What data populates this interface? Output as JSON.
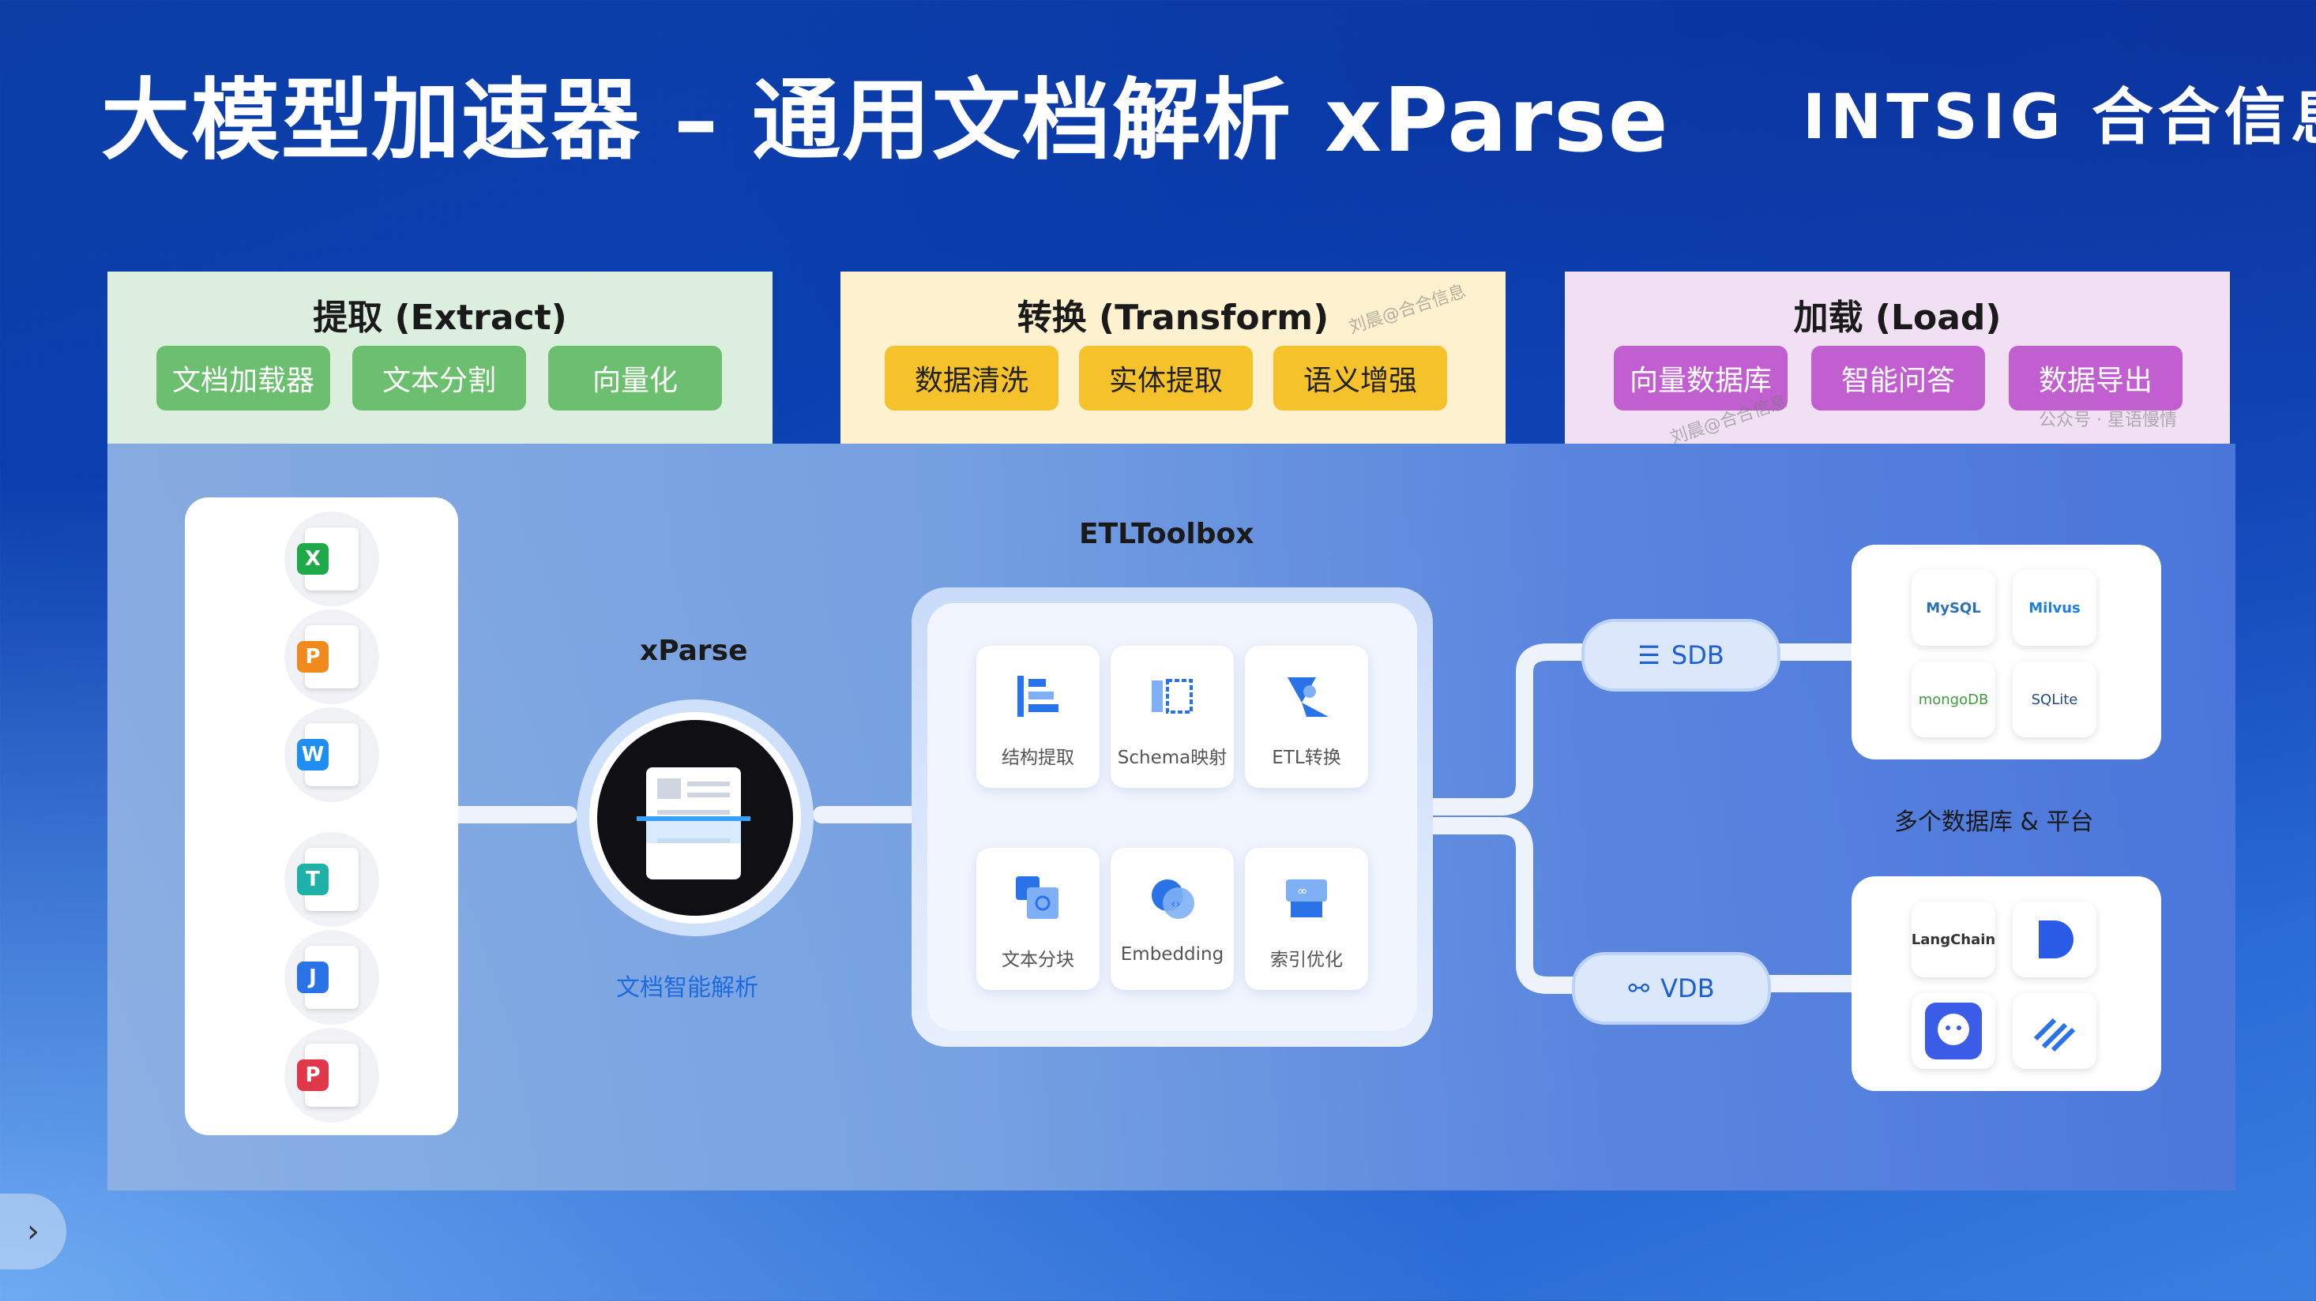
{
  "title": "大模型加速器 – 通用文档解析 xParse",
  "logo": {
    "brand": "INTSIG",
    "cn": "合合信息",
    "tm": "™"
  },
  "stages": {
    "extract": {
      "title": "提取 (Extract)",
      "chips": [
        "文档加载器",
        "文本分割",
        "向量化"
      ]
    },
    "transform": {
      "title": "转换 (Transform)",
      "chips": [
        "数据清洗",
        "实体提取",
        "语义增强"
      ]
    },
    "load": {
      "title": "加载 (Load)",
      "chips": [
        "向量数据库",
        "智能问答",
        "数据导出"
      ]
    }
  },
  "watermarks": [
    "刘晨@合合信息",
    "刘晨@合合信息",
    "公众号 · 星语慢情"
  ],
  "sources": [
    {
      "letter": "X",
      "color": "#1faa4a"
    },
    {
      "letter": "P",
      "color": "#f08a1c"
    },
    {
      "letter": "W",
      "color": "#1e8ff0"
    },
    {
      "letter": "T",
      "color": "#1fb0a8"
    },
    {
      "letter": "J",
      "color": "#2a73e6"
    },
    {
      "letter": "P",
      "color": "#e0374a"
    }
  ],
  "xparse": {
    "label": "xParse",
    "caption": "文档智能解析"
  },
  "etl": {
    "title": "ETLToolbox",
    "tools": [
      "结构提取",
      "Schema映射",
      "ETL转换",
      "文本分块",
      "Embedding",
      "索引优化"
    ]
  },
  "targets": {
    "sdb": "SDB",
    "vdb": "VDB",
    "caption": "多个数据库 & 平台",
    "sdb_items": [
      "MySQL",
      "Milvus",
      "mongoDB",
      "SQLite"
    ],
    "vdb_items": [
      "LangChain",
      "",
      "",
      ""
    ]
  },
  "colors": {
    "accent": "#1e6be0",
    "extract": "#6bbf6e",
    "transform": "#f6c22c",
    "load": "#c25fd0"
  }
}
